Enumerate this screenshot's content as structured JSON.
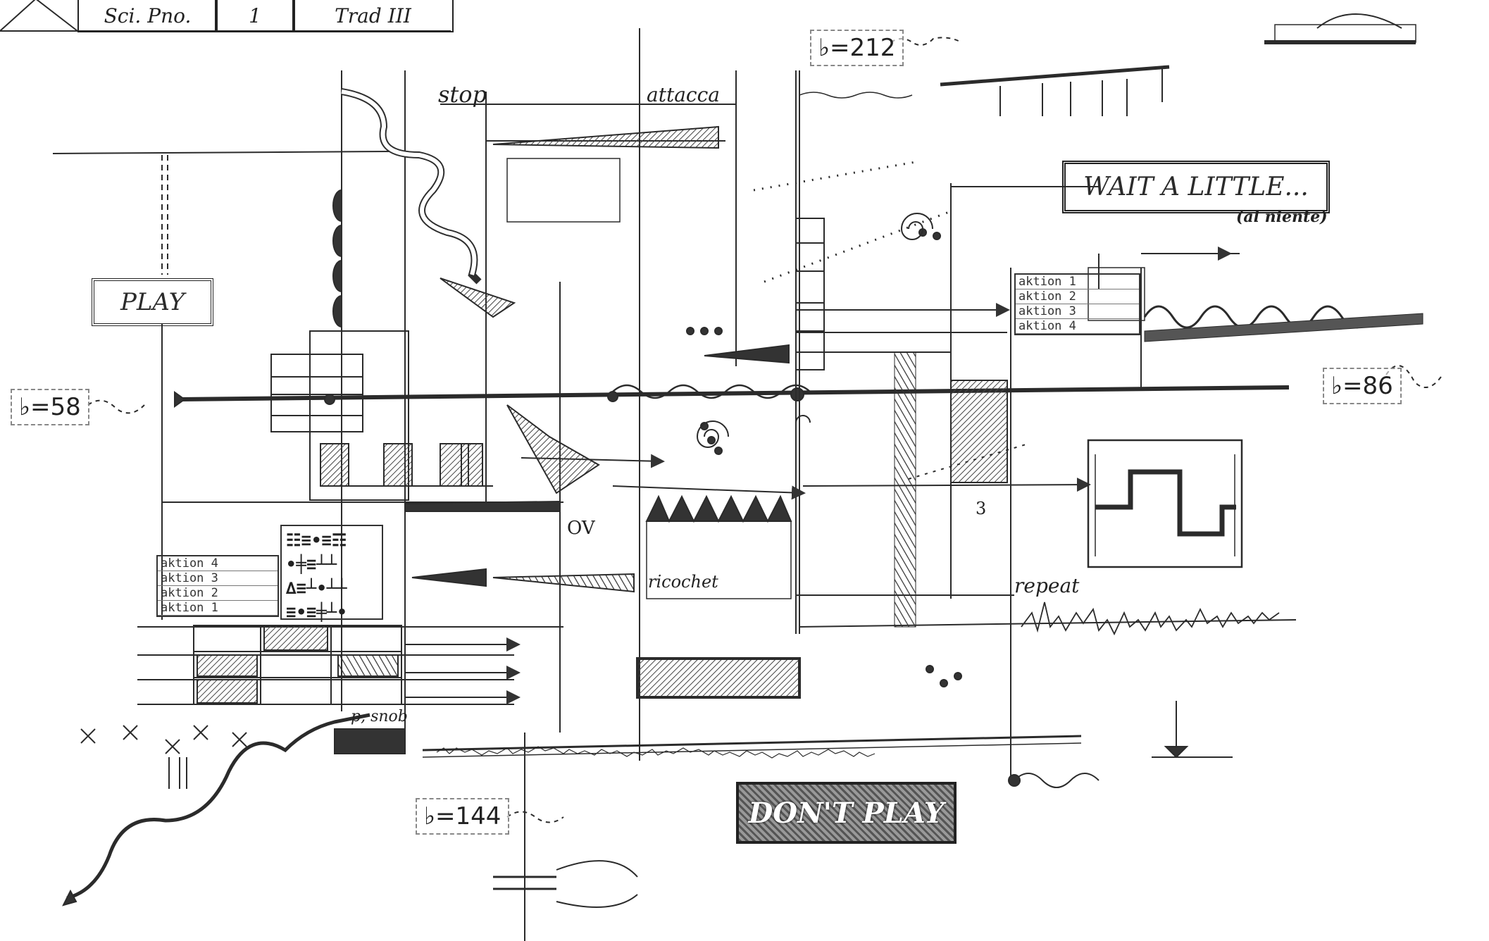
{
  "header": {
    "cells": [
      "Sci. Pno.",
      "1",
      "Trad III"
    ]
  },
  "tempo_marks": [
    {
      "id": "t1",
      "text": "=212"
    },
    {
      "id": "t2",
      "text": "=58"
    },
    {
      "id": "t3",
      "text": "=86"
    },
    {
      "id": "t4",
      "text": "=144"
    }
  ],
  "boxes": {
    "play": "PLAY",
    "wait": "WAIT A LITTLE...",
    "wait_sub": "(al niente)",
    "dont_play": "DON'T PLAY"
  },
  "directions": {
    "stop": "stop",
    "attacca": "attacca",
    "ricochet": "ricochet",
    "repeat": "repeat",
    "ov": "OV",
    "triplet": "3",
    "p_snob": "p, snob"
  },
  "aktion_right": [
    "aktion 1",
    "aktion 2",
    "aktion 3",
    "aktion 4"
  ],
  "aktion_left": [
    "aktion 4",
    "aktion 3",
    "aktion 2",
    "aktion 1"
  ],
  "symbol_box": [
    "☷≡•≡☶",
    "•╪≡┴┴",
    "∆≡┴•┴┴",
    "≡•≡╪┴•"
  ],
  "colors": {
    "ink": "#2b2b2b",
    "paper": "#ffffff",
    "shade": "#555555"
  }
}
